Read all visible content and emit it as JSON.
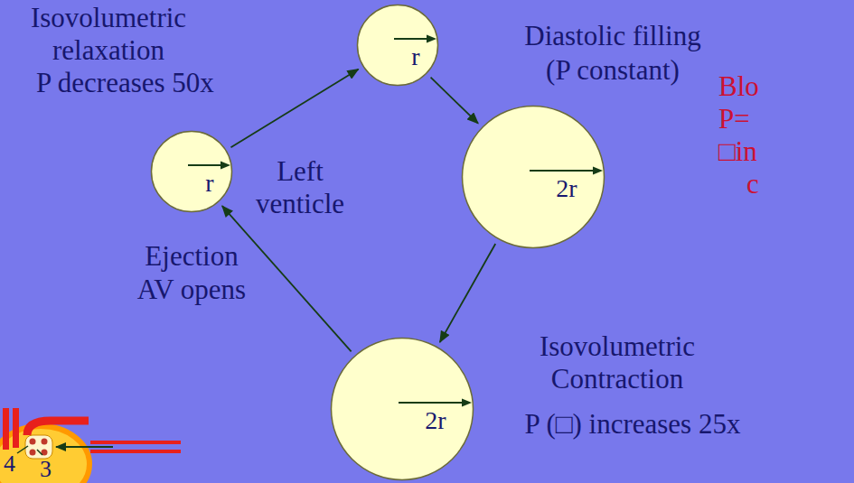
{
  "diagram": {
    "nodes": [
      {
        "text": [
          "r"
        ]
      },
      {
        "text": [
          "r"
        ]
      },
      {
        "text": [
          "2r"
        ]
      },
      {
        "text": [
          "2r"
        ]
      }
    ],
    "edges": [
      {
        "from": 1,
        "to": 0,
        "arrow": "to"
      },
      {
        "from": 0,
        "to": 2,
        "arrow": "to"
      },
      {
        "from": 2,
        "to": 3,
        "arrow": "to"
      },
      {
        "from": 3,
        "to": 1,
        "arrow": "to"
      }
    ],
    "labels": [
      "Isovolumetric relaxation",
      "P decreases 50x",
      "Diastolic filling",
      "(P constant)",
      "Left venticle",
      "Ejection",
      "AV opens",
      "Isovolumetric Contraction",
      "P (□) increases 25x",
      "Blo",
      "P=",
      "□in",
      "c",
      "4",
      "3"
    ]
  }
}
